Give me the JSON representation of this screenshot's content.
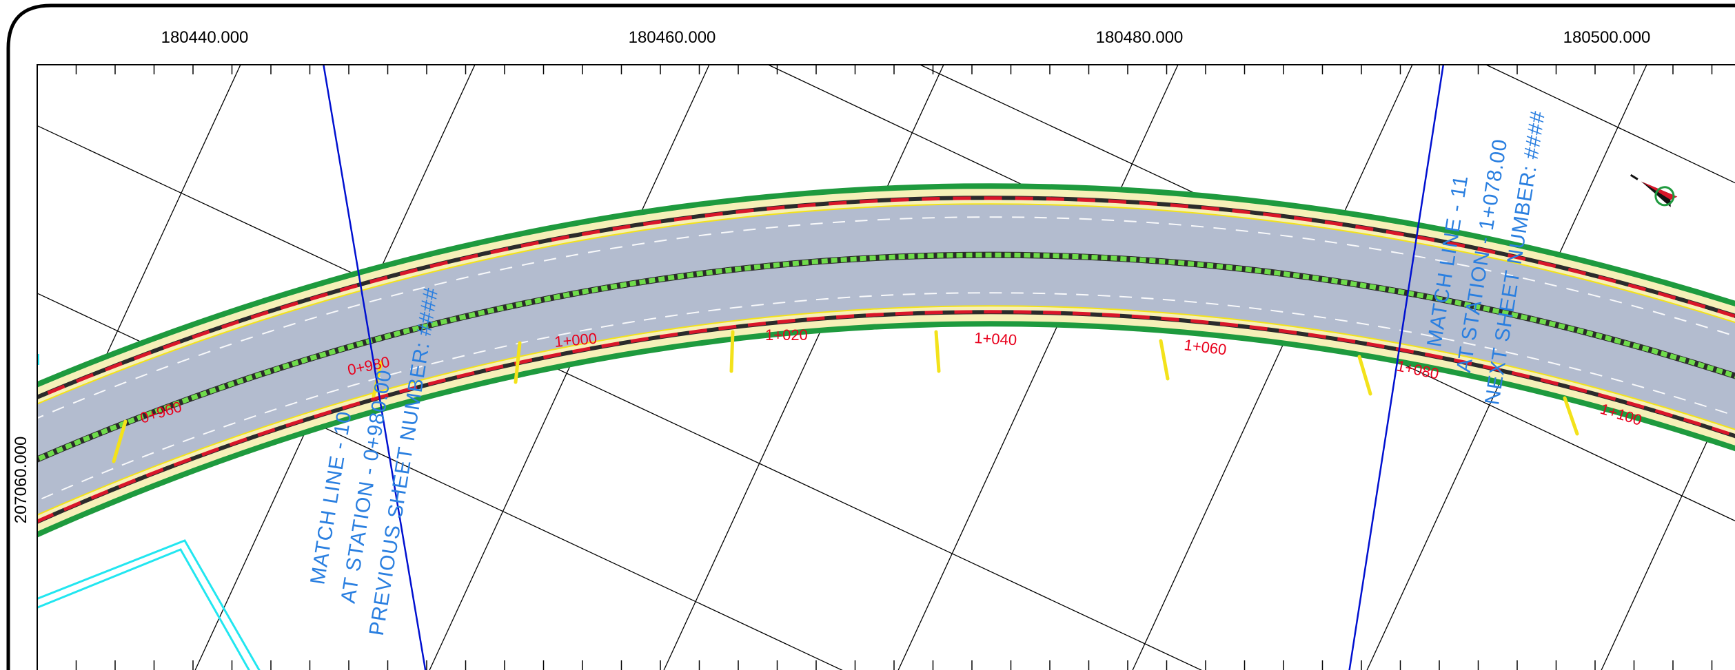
{
  "grid": {
    "x_labels": [
      "180440.000",
      "180460.000",
      "180480.000",
      "180500.000"
    ],
    "y_labels": [
      "207060.000"
    ]
  },
  "stations": [
    "0+960",
    "0+980",
    "1+000",
    "1+020",
    "1+040",
    "1+060",
    "1+080",
    "1+100"
  ],
  "match_lines": {
    "left": {
      "line1": "MATCH LINE - 10",
      "line2": "AT STATION - 0+980.00",
      "line3": "PREVIOUS SHEET NUMBER: ####"
    },
    "right": {
      "line1": "MATCH LINE - 11",
      "line2": "AT STATION - 1+078.00",
      "line3": "NEXT SHEET NUMBER: ####"
    }
  },
  "colors": {
    "road_surface": "#b3bccf",
    "shoulder": "#f6f0b8",
    "verge": "#1e9a3e",
    "centerline": "#6fdc4a",
    "edge_dash": "#d9162a",
    "match_text": "#2a7fe0",
    "match_line": "#0010d0",
    "station_text": "#e8001c",
    "parcel": "#22e6f0"
  },
  "icons": [
    "north-arrow-icon"
  ]
}
